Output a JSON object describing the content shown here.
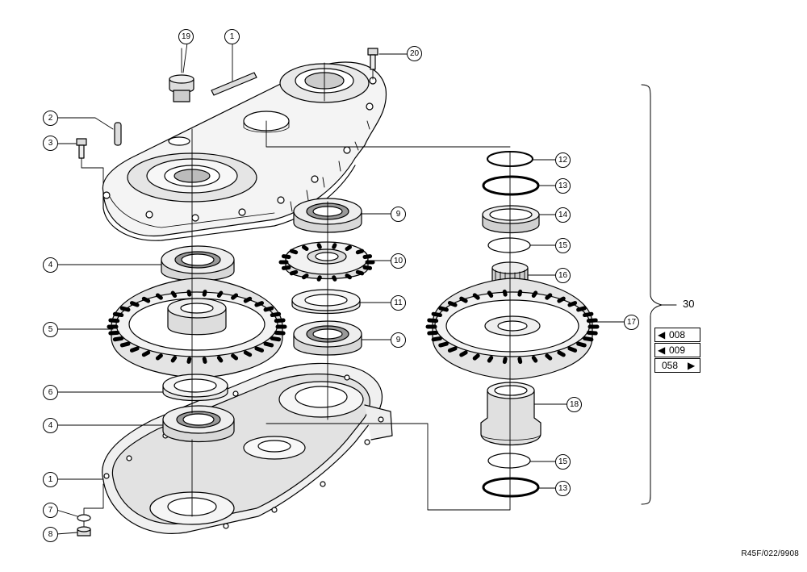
{
  "callouts": [
    {
      "id": "c1a",
      "label": "1"
    },
    {
      "id": "c19",
      "label": "19"
    },
    {
      "id": "c20",
      "label": "20"
    },
    {
      "id": "c2",
      "label": "2"
    },
    {
      "id": "c3",
      "label": "3"
    },
    {
      "id": "c4a",
      "label": "4"
    },
    {
      "id": "c5",
      "label": "5"
    },
    {
      "id": "c6",
      "label": "6"
    },
    {
      "id": "c4b",
      "label": "4"
    },
    {
      "id": "c1b",
      "label": "1"
    },
    {
      "id": "c7",
      "label": "7"
    },
    {
      "id": "c8",
      "label": "8"
    },
    {
      "id": "c9a",
      "label": "9"
    },
    {
      "id": "c10",
      "label": "10"
    },
    {
      "id": "c11",
      "label": "11"
    },
    {
      "id": "c9b",
      "label": "9"
    },
    {
      "id": "c12",
      "label": "12"
    },
    {
      "id": "c13a",
      "label": "13"
    },
    {
      "id": "c14",
      "label": "14"
    },
    {
      "id": "c15a",
      "label": "15"
    },
    {
      "id": "c16",
      "label": "16"
    },
    {
      "id": "c17",
      "label": "17"
    },
    {
      "id": "c18",
      "label": "18"
    },
    {
      "id": "c15b",
      "label": "15"
    },
    {
      "id": "c13b",
      "label": "13"
    }
  ],
  "assembly_label": "30",
  "nav_refs": [
    {
      "label": "008",
      "direction": "left"
    },
    {
      "label": "009",
      "direction": "left"
    },
    {
      "label": "058",
      "direction": "right"
    }
  ],
  "drawing_code": "R45F/022/9908"
}
